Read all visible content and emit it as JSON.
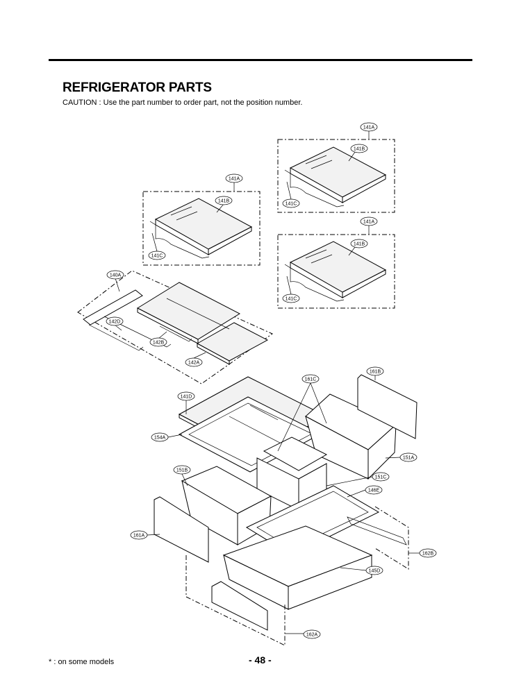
{
  "header": {
    "title": "REFRIGERATOR PARTS",
    "caution": "CAUTION : Use the part number to order part, not the position number."
  },
  "footer": {
    "note": "* : on some models",
    "page": "- 48 -"
  },
  "labels": {
    "l141A_1": "141A",
    "l141B_1": "141B",
    "l141C_1": "141C",
    "l141A_2": "141A",
    "l141B_2": "141B",
    "l141C_2": "141C",
    "l141A_3": "141A",
    "l141B_3": "141B",
    "l141C_3": "141C",
    "l140A": "140A",
    "l142D": "142D",
    "l142B": "142B",
    "l142A": "142A",
    "l161B": "161B",
    "l161C": "161C",
    "l141D": "141D",
    "l154A": "154A",
    "l151A": "151A",
    "l151C": "151C",
    "l151B": "151B",
    "l146E": "146E",
    "l161A": "161A",
    "l162B": "162B",
    "l145D": "145D",
    "l162A": "162A"
  }
}
